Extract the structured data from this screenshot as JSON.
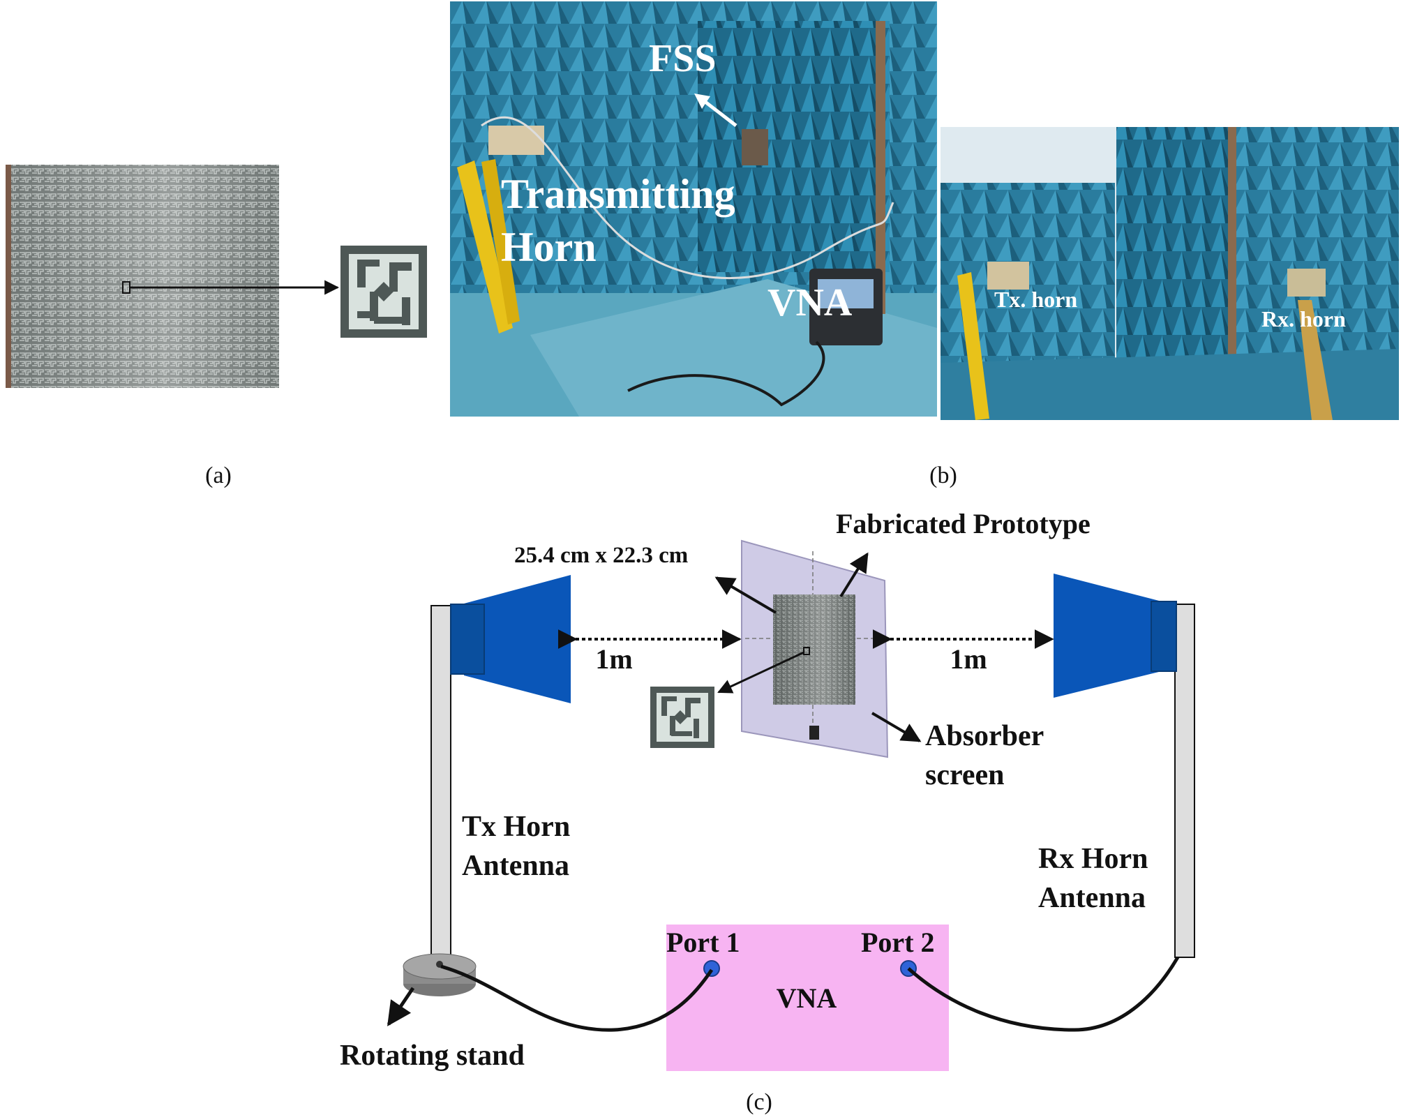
{
  "panels": {
    "a": {
      "caption": "(a)"
    },
    "b": {
      "caption": "(b)",
      "photo1": {
        "fss": "FSS",
        "transmitting": "Transmitting",
        "horn": "Horn",
        "vna": "VNA"
      },
      "photo2": {
        "tx": "Tx. horn",
        "rx": "Rx. horn"
      }
    },
    "c": {
      "caption": "(c)",
      "fabricated_prototype": "Fabricated Prototype",
      "dimensions": "25.4 cm x 22.3 cm",
      "distance_left": "1m",
      "distance_right": "1m",
      "absorber_line1": "Absorber",
      "absorber_line2": "screen",
      "tx_line1": "Tx Horn",
      "tx_line2": "Antenna",
      "rx_line1": "Rx Horn",
      "rx_line2": "Antenna",
      "port1": "Port 1",
      "port2": "Port 2",
      "vna": "VNA",
      "rotating_stand": "Rotating stand"
    }
  },
  "colors": {
    "horn_blue": "#0a56b8",
    "absorber_screen": "#cfcbe6",
    "vna_box": "#f7b4f2",
    "port_dot": "#2f63d8",
    "pole": "#dedede",
    "chamber_blue": "#2c7fa3"
  }
}
